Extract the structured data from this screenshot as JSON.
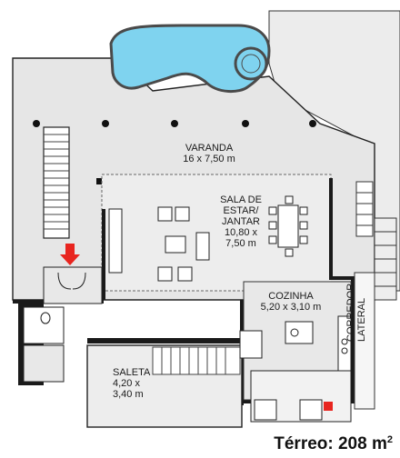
{
  "rooms": {
    "varanda": {
      "name": "VARANDA",
      "dims": "16 x 7,50 m"
    },
    "sala": {
      "name_l1": "SALA DE",
      "name_l2": "ESTAR/",
      "name_l3": "JANTAR",
      "dims_l1": "10,80 x",
      "dims_l2": "7,50 m"
    },
    "cozinha": {
      "name": "COZINHA",
      "dims": "5,20 x 3,10 m"
    },
    "saleta": {
      "name": "SALETA",
      "dims_l1": "4,20 x",
      "dims_l2": "3,40 m"
    },
    "corredor": {
      "l1": "CORREDOR",
      "l2": "LATERAL"
    }
  },
  "footer": {
    "text": "Térreo: 208 m",
    "sup": "2"
  },
  "colors": {
    "wall": "#1a1a1a",
    "floor": "#e8e8e8",
    "pool": "#7fd3ef",
    "pool_edge": "#4a4a4a",
    "arrow": "#e8251f"
  },
  "icons": {
    "entrance": "entrance-arrow-icon"
  }
}
